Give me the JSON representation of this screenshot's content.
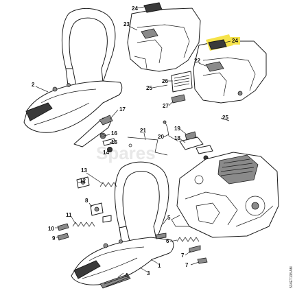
{
  "watermark": "Spares",
  "drawing_code": "534ET138 AM",
  "highlight_color": "#f6e34a",
  "part_labels": [
    "24",
    "23",
    "22",
    "2",
    "26",
    "25",
    "25",
    "27",
    "17",
    "16",
    "15",
    "14",
    "21",
    "20",
    "19",
    "18",
    "13",
    "12",
    "1",
    "3",
    "4",
    "5",
    "6",
    "7",
    "7",
    "8",
    "9",
    "10",
    "11"
  ],
  "highlighted_label": "24"
}
